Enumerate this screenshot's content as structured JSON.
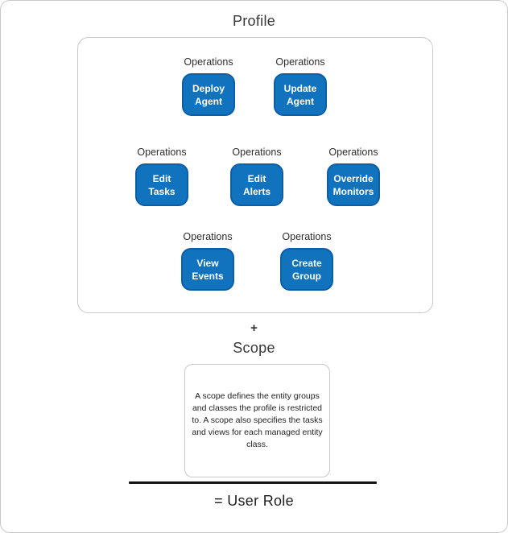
{
  "diagram": {
    "profile_title": "Profile",
    "plus_symbol": "+",
    "scope_title": "Scope",
    "scope_description": "A scope defines the entity groups and classes the profile is restricted to. A scope also specifies the tasks and views for each managed entity class.",
    "result_label": "= User Role"
  },
  "operations": [
    {
      "header": "Operations",
      "label": "Deploy\nAgent"
    },
    {
      "header": "Operations",
      "label": "Update\nAgent"
    },
    {
      "header": "Operations",
      "label": "Edit\nTasks"
    },
    {
      "header": "Operations",
      "label": "Edit\nAlerts"
    },
    {
      "header": "Operations",
      "label": "Override\nMonitors"
    },
    {
      "header": "Operations",
      "label": "View\nEvents"
    },
    {
      "header": "Operations",
      "label": "Create\nGroup"
    }
  ],
  "colors": {
    "operation_box_fill": "#1172BD",
    "operation_box_border": "#0C5EA6",
    "frame_border": "#C9C9C9",
    "line_black": "#141414"
  }
}
